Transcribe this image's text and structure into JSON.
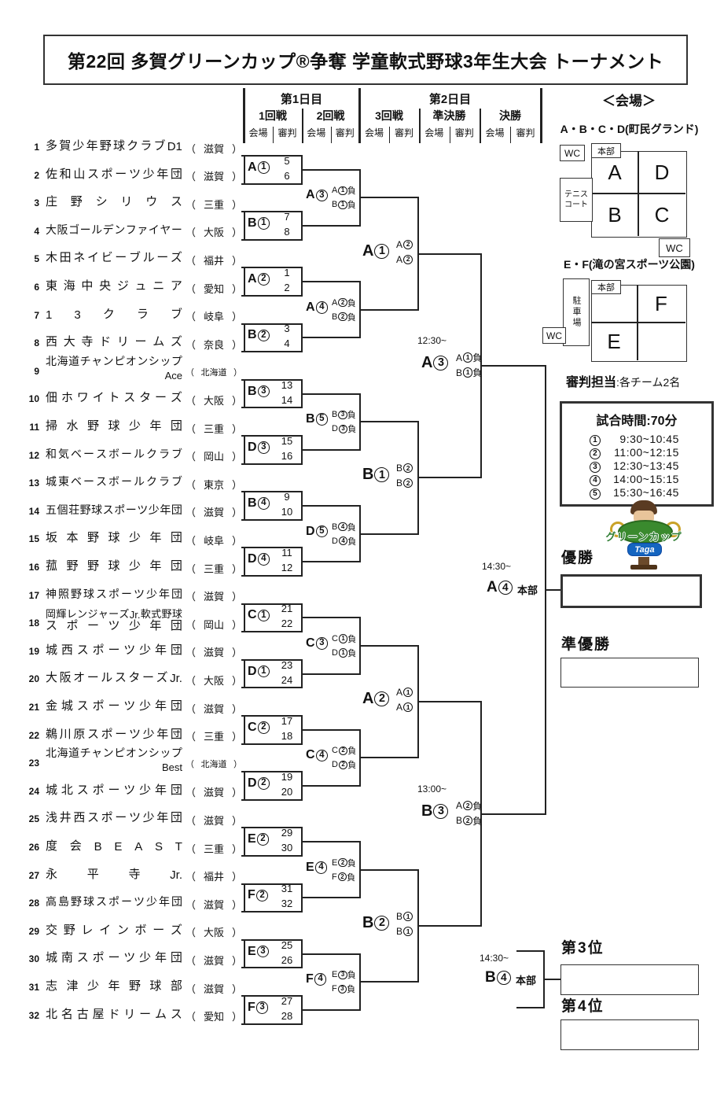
{
  "title": "第22回 多賀グリーンカップ®争奪 学童軟式野球3年生大会 トーナメント",
  "header": {
    "day1": "第1日目",
    "day2": "第2日目",
    "rounds": [
      "1回戦",
      "2回戦",
      "3回戦",
      "準決勝",
      "決勝"
    ],
    "venue_col": "会場",
    "umpire_col": "審判"
  },
  "teams": [
    {
      "no": "1",
      "name": "多賀少年野球クラブD1",
      "tokens": [
        "多",
        "賀",
        "少",
        "年",
        "野",
        "球",
        "ク",
        "ラ",
        "ブ",
        "D1"
      ],
      "pref": "滋賀"
    },
    {
      "no": "2",
      "name": "佐和山スポーツ少年団",
      "pref": "滋賀"
    },
    {
      "no": "3",
      "name": "庄野シリウス",
      "pref": "三重"
    },
    {
      "no": "4",
      "name": "大阪ゴールデンファイヤー",
      "pref": "大阪"
    },
    {
      "no": "5",
      "name": "木田ネイビーブルーズ",
      "pref": "福井"
    },
    {
      "no": "6",
      "name": "東海中央ジュニア",
      "pref": "愛知"
    },
    {
      "no": "7",
      "name": "13クラブ",
      "pref": "岐阜"
    },
    {
      "no": "8",
      "name": "西大寺ドリームズ",
      "pref": "奈良"
    },
    {
      "no": "9",
      "name": "北海道チャンピオンシップ",
      "name2": "Ace",
      "name2_align": "right",
      "pref": "北海道"
    },
    {
      "no": "10",
      "name": "佃ホワイトスターズ",
      "pref": "大阪"
    },
    {
      "no": "11",
      "name": "掃水野球少年団",
      "pref": "三重"
    },
    {
      "no": "12",
      "name": "和気ベースボールクラブ",
      "pref": "岡山"
    },
    {
      "no": "13",
      "name": "城東ベースボールクラブ",
      "pref": "東京"
    },
    {
      "no": "14",
      "name": "五個荘野球スポーツ少年団",
      "pref": "滋賀"
    },
    {
      "no": "15",
      "name": "坂本野球少年団",
      "pref": "岐阜"
    },
    {
      "no": "16",
      "name": "菰野野球少年団",
      "pref": "三重"
    },
    {
      "no": "17",
      "name": "神照野球スポーツ少年団",
      "pref": "滋賀"
    },
    {
      "no": "18",
      "name": "岡輝レンジャーズJr.軟式野球",
      "tokens": [
        "岡",
        "輝",
        "レ",
        "ン",
        "ジ",
        "ャ",
        "ー",
        "ズ",
        "Jr.",
        "軟",
        "式",
        "野",
        "球"
      ],
      "name2": "スポーツ少年団",
      "name2_align": "justify",
      "pref": "岡山"
    },
    {
      "no": "19",
      "name": "城西スポーツ少年団",
      "pref": "滋賀"
    },
    {
      "no": "20",
      "name": "大阪オールスターズJr.",
      "tokens": [
        "大",
        "阪",
        "オ",
        "ー",
        "ル",
        "ス",
        "タ",
        "ー",
        "ズ",
        "Jr."
      ],
      "pref": "大阪"
    },
    {
      "no": "21",
      "name": "金城スポーツ少年団",
      "pref": "滋賀"
    },
    {
      "no": "22",
      "name": "鵜川原スポーツ少年団",
      "pref": "三重"
    },
    {
      "no": "23",
      "name": "北海道チャンピオンシップ",
      "name2": "Best",
      "name2_align": "right",
      "pref": "北海道"
    },
    {
      "no": "24",
      "name": "城北スポーツ少年団",
      "pref": "滋賀"
    },
    {
      "no": "25",
      "name": "浅井西スポーツ少年団",
      "pref": "滋賀"
    },
    {
      "no": "26",
      "name": "度会BEAST",
      "tokens": [
        "度",
        "会",
        "B",
        "E",
        "A",
        "S",
        "T"
      ],
      "pref": "三重"
    },
    {
      "no": "27",
      "name": "永平寺Jr.",
      "tokens": [
        "永",
        "平",
        "寺",
        "Jr."
      ],
      "pref": "福井"
    },
    {
      "no": "28",
      "name": "高島野球スポーツ少年団",
      "pref": "滋賀"
    },
    {
      "no": "29",
      "name": "交野レインボーズ",
      "pref": "大阪"
    },
    {
      "no": "30",
      "name": "城南スポーツ少年団",
      "pref": "滋賀"
    },
    {
      "no": "31",
      "name": "志津少年野球部",
      "pref": "滋賀"
    },
    {
      "no": "32",
      "name": "北名古屋ドリームス",
      "pref": "愛知"
    }
  ],
  "round1": [
    {
      "label": "A①",
      "umpires": [
        "5",
        "6"
      ]
    },
    {
      "label": "B①",
      "umpires": [
        "7",
        "8"
      ]
    },
    {
      "label": "A②",
      "umpires": [
        "1",
        "2"
      ]
    },
    {
      "label": "B②",
      "umpires": [
        "3",
        "4"
      ]
    },
    {
      "label": "B③",
      "umpires": [
        "13",
        "14"
      ]
    },
    {
      "label": "D③",
      "umpires": [
        "15",
        "16"
      ]
    },
    {
      "label": "B④",
      "umpires": [
        "9",
        "10"
      ]
    },
    {
      "label": "D④",
      "umpires": [
        "11",
        "12"
      ]
    },
    {
      "label": "C①",
      "umpires": [
        "21",
        "22"
      ]
    },
    {
      "label": "D①",
      "umpires": [
        "23",
        "24"
      ]
    },
    {
      "label": "C②",
      "umpires": [
        "17",
        "18"
      ]
    },
    {
      "label": "D②",
      "umpires": [
        "19",
        "20"
      ]
    },
    {
      "label": "E②",
      "umpires": [
        "29",
        "30"
      ]
    },
    {
      "label": "F②",
      "umpires": [
        "31",
        "32"
      ]
    },
    {
      "label": "E③",
      "umpires": [
        "25",
        "26"
      ]
    },
    {
      "label": "F③",
      "umpires": [
        "27",
        "28"
      ]
    }
  ],
  "round2": [
    {
      "label": "A③",
      "umpires": [
        "A①負",
        "B①負"
      ]
    },
    {
      "label": "A④",
      "umpires": [
        "A②負",
        "B②負"
      ]
    },
    {
      "label": "B⑤",
      "umpires": [
        "B③負",
        "D③負"
      ]
    },
    {
      "label": "D⑤",
      "umpires": [
        "B④負",
        "D④負"
      ]
    },
    {
      "label": "C③",
      "umpires": [
        "C①負",
        "D①負"
      ]
    },
    {
      "label": "C④",
      "umpires": [
        "C②負",
        "D②負"
      ]
    },
    {
      "label": "E④",
      "umpires": [
        "E②負",
        "F②負"
      ]
    },
    {
      "label": "F④",
      "umpires": [
        "E③負",
        "F③負"
      ]
    }
  ],
  "round3": [
    {
      "label": "A①",
      "umpires": [
        "A②",
        "A②"
      ]
    },
    {
      "label": "B①",
      "umpires": [
        "B②",
        "B②"
      ]
    },
    {
      "label": "A②",
      "umpires": [
        "A①",
        "A①"
      ]
    },
    {
      "label": "B②",
      "umpires": [
        "B①",
        "B①"
      ]
    }
  ],
  "semifinals": [
    {
      "label": "A③",
      "time": "12:30~",
      "umpires": [
        "A①負",
        "B①負"
      ]
    },
    {
      "label": "B③",
      "time": "13:00~",
      "umpires": [
        "A②負",
        "B②負"
      ]
    }
  ],
  "final": {
    "label": "A④",
    "time": "14:30~",
    "venue": "本部"
  },
  "third_place": {
    "label": "B④",
    "time": "14:30~",
    "venue": "本部"
  },
  "results": {
    "champion_label": "優勝",
    "runner_up_label": "準優勝",
    "third_label": "第3位",
    "fourth_label": "第4位"
  },
  "venues": {
    "header": "＜会場＞",
    "ground1": {
      "title": "A・B・C・D(町民グランド)",
      "cells": [
        "A",
        "D",
        "B",
        "C"
      ],
      "hq": "本部",
      "wc_top": "WC",
      "wc_bottom": "WC",
      "tennis": "テニス\nコート"
    },
    "ground2": {
      "title": "E・F(滝の宮スポーツ公園)",
      "cell_f": "F",
      "cell_e": "E",
      "hq": "本部",
      "parking": "駐車場",
      "wc": "WC"
    }
  },
  "umpire_note": {
    "bold": "審判担当",
    "rest": ":各チーム2名"
  },
  "schedule": {
    "title": "試合時間:70分",
    "items": [
      {
        "num": "①",
        "time": "9:30~10:45"
      },
      {
        "num": "②",
        "time": "11:00~12:15"
      },
      {
        "num": "③",
        "time": "12:30~13:45"
      },
      {
        "num": "④",
        "time": "14:00~15:15"
      },
      {
        "num": "⑤",
        "time": "15:30~16:45"
      }
    ]
  },
  "logo": {
    "line1": "グリーンカップ",
    "line2": "Taga"
  }
}
